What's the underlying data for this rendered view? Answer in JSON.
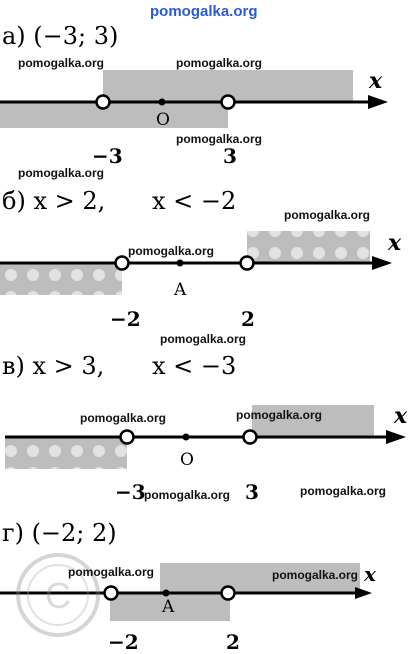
{
  "site_header": "pomogalka.org",
  "parts": [
    {
      "label": "а) (−3; 3)",
      "label2": "",
      "ticks": [
        "−3",
        "3"
      ],
      "point": "O",
      "watermarks": [
        "pomogalka.org",
        "pomogalka.org",
        "pomogalka.org",
        "pomogalka.org"
      ]
    },
    {
      "label": "б) x > 2,",
      "label2": "x < −2",
      "ticks": [
        "−2",
        "2"
      ],
      "point": "A",
      "watermarks": [
        "pomogalka.org",
        "pomogalka.org",
        "pomogalka.org"
      ]
    },
    {
      "label": "в) x > 3,",
      "label2": "x < −3",
      "ticks": [
        "−3",
        "3"
      ],
      "point": "O",
      "watermarks": [
        "pomogalka.org",
        "pomogalka.org",
        "pomogalka.org",
        "pomogalka.org"
      ]
    },
    {
      "label": "г) (−2; 2)",
      "label2": "",
      "ticks": [
        "−2",
        "2"
      ],
      "point": "A",
      "watermarks": [
        "pomogalka.org",
        "pomogalka.org"
      ]
    }
  ],
  "axis_label": "x",
  "colors": {
    "shade": "#bdbdbd",
    "header": "#2a5bd7",
    "axis": "#000000"
  }
}
